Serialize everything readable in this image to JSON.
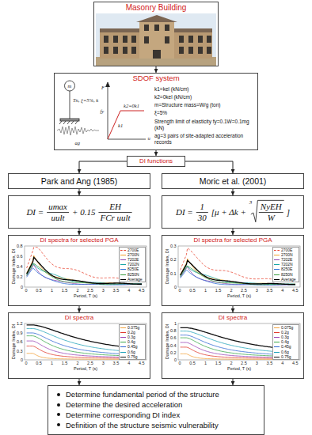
{
  "diagram": {
    "nodes": [
      {
        "text": [
          "Masonry Building"
        ]
      },
      {
        "text": [
          "SDOF system",
          "k1=kel (kN/cm)",
          "k2=0kel (kN/cm)",
          "m=Structure mass=W/g (ton)",
          "ξ=5%",
          "Strength limit of elasticity fy=0.1W=0.1mg (kN)",
          "ag=3 pairs of site-adapted acceleration records"
        ]
      },
      {
        "text": [
          "DI functions"
        ]
      },
      {
        "text": [
          "Park and Ang (1985)"
        ]
      },
      {
        "text": [
          "Moric et al. (2001)"
        ]
      },
      {
        "text": [
          "DI =",
          "umax",
          "uult",
          "+ 0.15",
          "EH",
          "FCr uult"
        ]
      },
      {
        "text": [
          "DI =",
          "1",
          "30",
          "[μ + Δk +",
          "3",
          "NyEH",
          "W",
          "]"
        ]
      },
      {
        "text": [
          "DI spectra for selected PGA"
        ]
      },
      {
        "text": [
          "DI spectra for selected PGA"
        ]
      },
      {
        "text": [
          "DI spectra"
        ]
      },
      {
        "text": [
          "DI spectra"
        ]
      },
      {
        "text": [
          "Determine fundamental period of the structure",
          "Determine the desired acceleration",
          "Determine corresponding DI index",
          "Definition of the structure seismic vulnerability"
        ]
      }
    ],
    "edges": [
      {
        "from": 0,
        "to": 1,
        "arrow": "to"
      },
      {
        "from": 1,
        "to": 2,
        "arrow": "to"
      },
      {
        "from": 2,
        "to": 3,
        "arrow": "to"
      },
      {
        "from": 2,
        "to": 4,
        "arrow": "to"
      },
      {
        "from": 3,
        "to": 5,
        "arrow": "to"
      },
      {
        "from": 4,
        "to": 6,
        "arrow": "to"
      },
      {
        "from": 5,
        "to": 7,
        "arrow": "to"
      },
      {
        "from": 6,
        "to": 8,
        "arrow": "to"
      },
      {
        "from": 7,
        "to": 9,
        "arrow": "to"
      },
      {
        "from": 8,
        "to": 10,
        "arrow": "to"
      },
      {
        "from": 9,
        "to": 11,
        "arrow": "to"
      },
      {
        "from": 10,
        "to": 11,
        "arrow": "to"
      }
    ],
    "labels": [
      "m",
      "Tn, ξ=5%, k",
      "ag",
      "F",
      "fy",
      "k2=0k1",
      "k1",
      "u",
      "Damage Index, DI",
      "0",
      "0.2",
      "0.4",
      "0.6",
      "0.8",
      "0",
      "0.5",
      "1",
      "1.5",
      "2",
      "2.5",
      "3",
      "3.5",
      "4",
      "4.5",
      "Period, T (s)",
      "Damage Index, DI",
      "0",
      "0.1",
      "0.2",
      "0.3",
      "0",
      "0.5",
      "1",
      "1.5",
      "2",
      "2.5",
      "3",
      "3.5",
      "4",
      "4.5",
      "Period, T (s)",
      "Damage Index, DI",
      "0",
      "0.3",
      "0.6",
      "0.9",
      "1.2",
      "0",
      "0.5",
      "1",
      "1.5",
      "2",
      "2.5",
      "3",
      "3.5",
      "4",
      "4.5",
      "Period, T (s)",
      "Damage Index, DI",
      "0",
      "0.2",
      "0.4",
      "0.6",
      "0.8",
      "1",
      "0",
      "0.5",
      "1",
      "1.5",
      "2",
      "2.5",
      "3",
      "3.5",
      "4",
      "4.5",
      "Period, T (s)"
    ],
    "legend": [
      {
        "text": "2700E"
      },
      {
        "text": "2700N"
      },
      {
        "text": "7202E"
      },
      {
        "text": "7202N"
      },
      {
        "text": "8250E"
      },
      {
        "text": "8250N"
      },
      {
        "text": "Average"
      },
      {
        "text": "2700E"
      },
      {
        "text": "2700N"
      },
      {
        "text": "7202E"
      },
      {
        "text": "7202N"
      },
      {
        "text": "8250E"
      },
      {
        "text": "8250N"
      },
      {
        "text": "Average"
      },
      {
        "text": "0.075g"
      },
      {
        "text": "0.2g"
      },
      {
        "text": "0.3g"
      },
      {
        "text": "0.4g"
      },
      {
        "text": "0.45g"
      },
      {
        "text": "0.6g"
      },
      {
        "text": "0.75g"
      },
      {
        "text": "0.075g"
      },
      {
        "text": "0.2g"
      },
      {
        "text": "0.3g"
      },
      {
        "text": "0.4g"
      },
      {
        "text": "0.45g"
      },
      {
        "text": "0.6g"
      },
      {
        "text": "0.75g"
      }
    ]
  }
}
